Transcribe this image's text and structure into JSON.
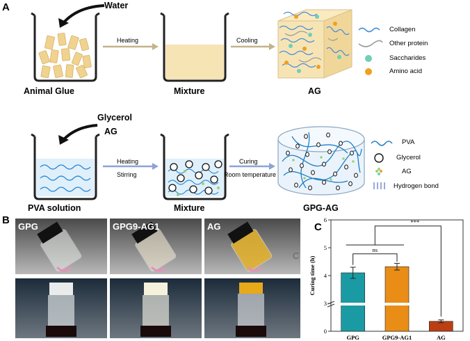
{
  "panels": {
    "a": "A",
    "b": "B",
    "c": "C"
  },
  "row1": {
    "water": "Water",
    "animal_glue": "Animal Glue",
    "step1": "Heating",
    "mixture": "Mixture",
    "step2": "Cooling",
    "product": "AG",
    "legend": [
      "Collagen",
      "Other protein",
      "Saccharides",
      "Amino acid"
    ]
  },
  "row2": {
    "glycerol": "Glycerol",
    "ag": "AG",
    "pva_solution": "PVA  solution",
    "step1a": "Heating",
    "step1b": "Stirring",
    "mixture": "Mixture",
    "step2a": "Curing",
    "step2b": "Room temperature",
    "product": "GPG-AG",
    "legend": [
      "PVA",
      "Glycerol",
      "AG",
      "Hydrogen bond"
    ]
  },
  "photos": {
    "captions": [
      "GPG",
      "GPG9-AG1",
      "AG"
    ],
    "stray_mark": "C"
  },
  "colors": {
    "gpg": "#1a9ba3",
    "gpg9_ag1": "#e98d17",
    "ag": "#bb3f12",
    "beige": "#f7e4b5",
    "arrow_row1": "#c2b48a",
    "arrow_row2": "#8da2d8"
  },
  "chart_data": {
    "type": "bar",
    "ylabel": "Curing time (h)",
    "categories": [
      "GPG",
      "GPG9-AG1",
      "AG"
    ],
    "values": [
      4.1,
      4.32,
      0.42
    ],
    "errors": [
      0.2,
      0.12,
      0.06
    ],
    "y_ticks": [
      "0",
      "3",
      "4",
      "5",
      "6"
    ],
    "axis_break": true,
    "ylim_upper": [
      3,
      6
    ],
    "ylim_lower": [
      0,
      1
    ],
    "significance": [
      {
        "between": [
          "GPG",
          "GPG9-AG1"
        ],
        "label": "ns"
      },
      {
        "between": [
          "GPG, GPG9-AG1",
          "AG"
        ],
        "label": "***"
      }
    ]
  }
}
